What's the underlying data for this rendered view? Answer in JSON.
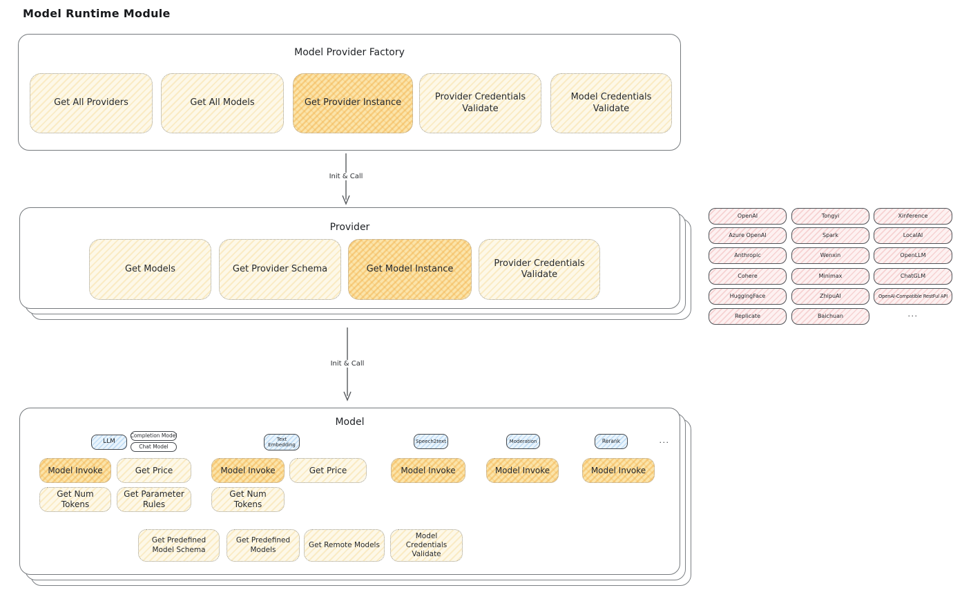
{
  "page_title": "Model Runtime Module",
  "arrows": {
    "factory_to_provider": "Init & Call",
    "provider_to_model": "Init & Call"
  },
  "factory": {
    "title": "Model Provider Factory",
    "boxes": [
      {
        "label": "Get All Providers",
        "highlighted": false
      },
      {
        "label": "Get All Models",
        "highlighted": false
      },
      {
        "label": "Get Provider Instance",
        "highlighted": true
      },
      {
        "label": "Provider Credentials Validate",
        "highlighted": false
      },
      {
        "label": "Model Credentials Validate",
        "highlighted": false
      }
    ]
  },
  "provider": {
    "title": "Provider",
    "boxes": [
      {
        "label": "Get Models",
        "highlighted": false
      },
      {
        "label": "Get Provider Schema",
        "highlighted": false
      },
      {
        "label": "Get Model Instance",
        "highlighted": true
      },
      {
        "label": "Provider Credentials Validate",
        "highlighted": false
      }
    ]
  },
  "provider_list": {
    "items": [
      "OpenAI",
      "Tongyi",
      "Xinference",
      "Azure OpenAI",
      "Spark",
      "LocalAI",
      "Anthropic",
      "Wenxin",
      "OpenLLM",
      "Cohere",
      "Minimax",
      "ChatGLM",
      "HuggingFace",
      "ZhipuAI",
      "OpenAI-Compatible RestFul API",
      "Replicate",
      "Baichuan"
    ],
    "more": "..."
  },
  "model": {
    "title": "Model",
    "type_tags": {
      "llm": "LLM",
      "completion_model": "Completion Model",
      "chat_model": "Chat Model",
      "text_embedding": "Text Embedding",
      "speech2text": "Speech2text",
      "moderation": "Moderation",
      "rerank": "Rerank",
      "more": "..."
    },
    "functions": {
      "model_invoke": "Model Invoke",
      "get_price": "Get Price",
      "get_num_tokens": "Get Num Tokens",
      "get_parameter_rules": "Get Parameter Rules"
    },
    "bottom": [
      "Get Predefined Model Schema",
      "Get Predefined Models",
      "Get Remote Models",
      "Model Credentials Validate"
    ]
  },
  "colors": {
    "yellow_fill": "#fdf8e8",
    "orange_fill": "#fbe4aa",
    "pink_fill": "#fdf1f1",
    "blue_fill": "#eaf4fc",
    "border_gray": "#74787c",
    "text": "#25282c"
  }
}
